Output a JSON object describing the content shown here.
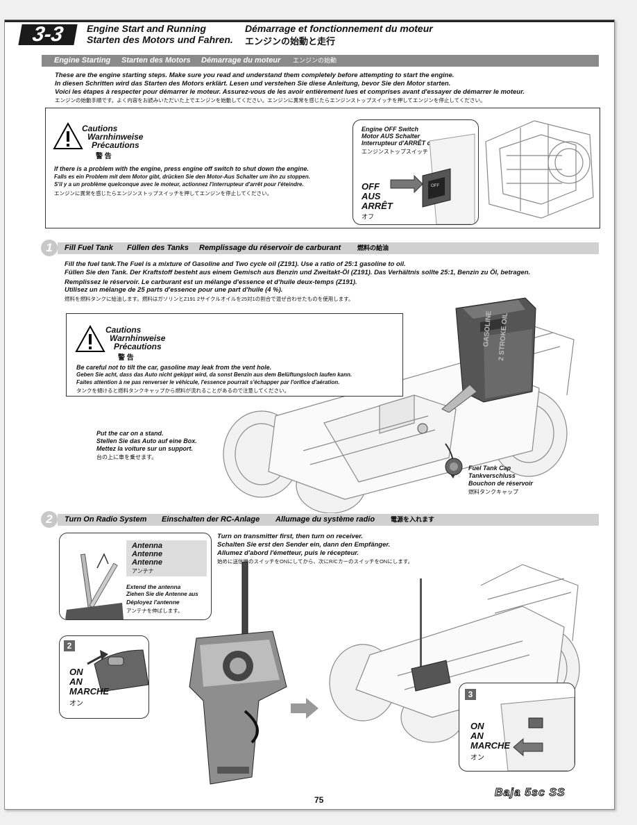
{
  "section": {
    "number": "3-3",
    "title_en": "Engine Start and Running",
    "title_fr": "Démarrage et fonctionnement du moteur",
    "title_de": "Starten des Motors und Fahren.",
    "title_jp": "エンジンの始動と走行"
  },
  "engine_starting": {
    "bar": [
      "Engine Starting",
      "Starten des Motors",
      "Démarrage du moteur",
      "エンジンの始動"
    ],
    "intro": [
      "These are the engine starting steps. Make sure you read and understand them completely before attempting to start the engine.",
      "In diesen Schritten wird das Starten des Motors erklärt. Lesen und verstehen Sie diese Anleitung, bevor Sie den Motor starten.",
      "Voici les étapes à respecter pour démarrer le moteur. Assurez-vous de les avoir entièrement lues et comprises avant d'essayer de démarrer le moteur.",
      "エンジンの始動手順です。よく内容をお読みいただいた上でエンジンを始動してください。エンジンに異常を感じたらエンジンストップスイッチを押してエンジンを停止してください。"
    ],
    "caution_title": [
      "Cautions",
      "Warnhinweise",
      "Précautions",
      "警 告"
    ],
    "caution_text": [
      "If there is a problem with the engine, press engine off switch to shut down the engine.",
      "Falls es ein Problem mit dem Motor gibt, drücken Sie den Motor-Aus Schalter um ihn zu stoppen.",
      "S'il y a un problème quelconque avec le moteur, actionnez l'interrupteur d'arrêt pour l'éteindre.",
      "エンジンに異常を感じたらエンジンストップスイッチを押してエンジンを停止してください。"
    ],
    "switch_label": [
      "Engine OFF Switch",
      "Motor AUS Schalter",
      "Interrupteur d'ARRÊT du moteur",
      "エンジンストップスイッチ"
    ],
    "off_label": [
      "OFF",
      "AUS",
      "ARRÊT",
      "オフ"
    ],
    "switch_text": "OFF"
  },
  "step1": {
    "number": "1",
    "bar": [
      "Fill Fuel Tank",
      "Füllen des Tanks",
      "Remplissage du réservoir de carburant",
      "燃料の給油"
    ],
    "intro": [
      "Fill the fuel tank.The Fuel is a mixture of Gasoline and Two cycle oil (Z191). Use a ratio of 25:1 gasoline to oil.",
      "Füllen Sie den Tank. Der Kraftstoff besteht aus einem Gemisch aus Benzin und Zweitakt-Öl (Z191). Das Verhältnis sollte 25:1, Benzin zu Öl, betragen.",
      "Remplissez le réservoir. Le carburant est un mélange d'essence et d'huile deux-temps (Z191).",
      "Utilisez un mélange de 25 parts d'essence pour une part d'huile (4 %).",
      "燃料を燃料タンクに給油します。燃料はガソリンとZ191 2サイクルオイルを25対1の割合で混ぜ合わせたものを使用します。"
    ],
    "caution_title": [
      "Cautions",
      "Warnhinweise",
      "Précautions",
      "警 告"
    ],
    "caution_text": [
      "Be careful not to tilt the car, gasoline may leak from the vent hole.",
      "Geben Sie acht, dass das Auto nicht gekippt wird, da sonst Benzin aus dem Belüftungsloch laufen kann.",
      "Faites attention à ne pas renverser le véhicule, l'essence pourrait s'échapper par l'orifice d'aération.",
      "タンクを傾けると燃料タンクキャップから燃料が流れることがあるので注意してください。"
    ],
    "stand_label": [
      "Put the car on a stand.",
      "Stellen Sie das Auto auf eine Box.",
      "Mettez la voiture sur un support.",
      "台の上に車を乗せます。"
    ],
    "cap_label": [
      "Fuel Tank Cap",
      "Tankverschluss",
      "Bouchon de réservoir",
      "燃料タンクキャップ"
    ],
    "can_text": [
      "GASOLINE",
      "2 STROKE OIL"
    ]
  },
  "step2": {
    "number": "2",
    "bar": [
      "Turn On Radio System",
      "Einschalten der RC-Anlage",
      "Allumage du système radio",
      "電源を入れます"
    ],
    "antenna_label": [
      "Antenna",
      "Antenne",
      "Antenne",
      "アンテナ"
    ],
    "extend_label": [
      "Extend the antenna",
      "Ziehen Sie die Antenne aus",
      "Déployez l'antenne",
      "アンテナを伸ばします。"
    ],
    "intro": [
      "Turn on transmitter first, then turn on receiver.",
      "Schalten Sie erst den Sender ein, dann den Empfänger.",
      "Allumez d'abord l'émetteur, puis le récepteur.",
      "始めに送信機のスイッチをONにしてから、次にR/CカーのスイッチをONにします。"
    ],
    "sub2": "2",
    "sub3": "3",
    "on_label": [
      "ON",
      "AN",
      "MARCHE",
      "オン"
    ]
  },
  "footer": {
    "page_number": "75",
    "logo": "Baja 5sc SS"
  }
}
